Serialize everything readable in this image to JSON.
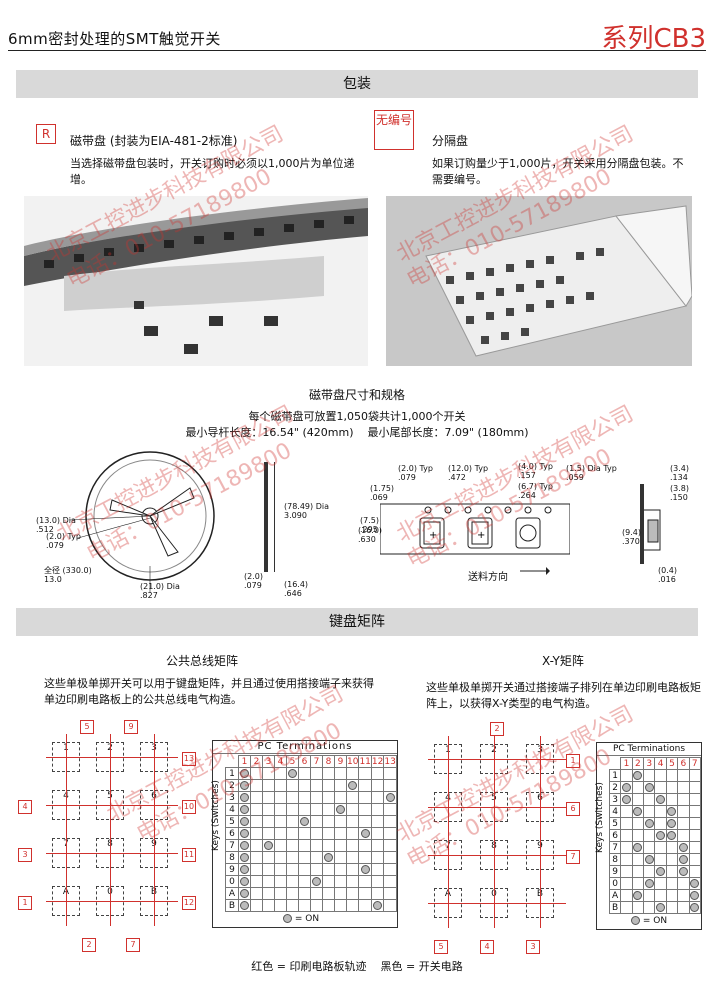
{
  "header": {
    "title": "6mm密封处理的SMT触觉开关",
    "series": "系列CB3"
  },
  "packaging": {
    "section_title": "包装",
    "tape": {
      "code": "R",
      "title": "磁带盘 (封装为EIA-481-2标准)",
      "text": "当选择磁带盘包装时，开关订购时必须以1,000片为单位递增。"
    },
    "tray": {
      "code": "无编号",
      "title": "分隔盘",
      "text": "如果订购量少于1,000片，开关采用分隔盘包装。不需要编号。"
    },
    "specs": {
      "title": "磁带盘尺寸和规格",
      "line1": "每个磁带盘可放置1,050袋共计1,000个开关",
      "line2": "最小导杆长度：16.54\" (420mm)    最小尾部长度：7.09\" (180mm)"
    },
    "dims": {
      "dia_13": "(13.0) Dia\n.512",
      "typ_20": "(2.0) Typ\n.079",
      "full_dia": "全径 (330.0)\n13.0",
      "dia_21": "(21.0) Dia\n.827",
      "dia_78": "(78.49) Dia\n3.090",
      "w_20": "(2.0)\n.079",
      "w_164": "(16.4)\n.646",
      "t_20typ": "(2.0) Typ\n.079",
      "t_120typ": "(12.0) Typ\n.472",
      "t_40typ": "(4.0) Typ\n.157",
      "t_175": "(1.75)\n.069",
      "t_67typ": "(6.7) Typ\n.264",
      "t_15dia": "(1.5) Dia Typ\n.059",
      "t_75": "(7.5)\n.295",
      "t_160": "(16.0)\n.630",
      "direction": "送料方向",
      "s_34": "(3.4)\n.134",
      "s_38": "(3.8)\n.150",
      "s_94": "(9.4)\n.370",
      "s_04": "(0.4)\n.016"
    }
  },
  "matrix": {
    "section_title": "键盘矩阵",
    "common": {
      "title": "公共总线矩阵",
      "text": "这些单极单掷开关可以用于键盘矩阵，并且通过使用搭接端子来获得单边印刷电路板上的公共总线电气构造。",
      "keys": [
        "1",
        "2",
        "3",
        "4",
        "5",
        "6",
        "7",
        "8",
        "9",
        "A",
        "0",
        "B"
      ],
      "side_tags": [
        "4",
        "3",
        "1"
      ],
      "right_tags": [
        "13",
        "10",
        "11",
        "12"
      ],
      "top_tags": [
        "5",
        "9"
      ],
      "bottom_tags": [
        "2",
        "7"
      ],
      "grid_title": "PC Terminations",
      "cols": [
        "1",
        "2",
        "3",
        "4",
        "5",
        "6",
        "7",
        "8",
        "9",
        "10",
        "11",
        "12",
        "13"
      ],
      "rows": [
        "1",
        "2",
        "3",
        "4",
        "5",
        "6",
        "7",
        "8",
        "9",
        "0",
        "A",
        "B"
      ],
      "on": [
        [
          1,
          5
        ],
        [
          2,
          1
        ],
        [
          3,
          1
        ],
        [
          3,
          13
        ],
        [
          4,
          1
        ],
        [
          4,
          9
        ],
        [
          5,
          1
        ],
        [
          6,
          1
        ],
        [
          7,
          1
        ],
        [
          7,
          3
        ],
        [
          8,
          1
        ],
        [
          8,
          8
        ],
        [
          9,
          1
        ],
        [
          9,
          11
        ],
        [
          0,
          1
        ],
        [
          0,
          7
        ],
        [
          10,
          1
        ],
        [
          11,
          1
        ],
        [
          11,
          12
        ]
      ],
      "on_cells": {
        "1": [
          1,
          5
        ],
        "2": [
          1,
          10
        ],
        "3": [
          1,
          13
        ],
        "4": [
          1,
          9
        ],
        "5": [
          1,
          6
        ],
        "6": [
          1,
          11
        ],
        "7": [
          1,
          3
        ],
        "8": [
          1,
          8
        ],
        "9": [
          1,
          11
        ],
        "0": [
          1,
          7
        ],
        "A": [
          1
        ],
        "B": [
          1,
          12
        ]
      },
      "vertical_label": "Keys (Switches)",
      "legend": "= ON"
    },
    "xy": {
      "title": "X-Y矩阵",
      "text": "这些单极单掷开关通过搭接端子排列在单边印刷电路板矩阵上，以获得X-Y类型的电气构造。",
      "keys": [
        "1",
        "2",
        "3",
        "4",
        "5",
        "6",
        "7",
        "8",
        "9",
        "A",
        "0",
        "B"
      ],
      "right_tags": [
        "1",
        "6",
        "7"
      ],
      "bottom_tags": [
        "5",
        "4",
        "3"
      ],
      "top_tags": [
        "2"
      ],
      "grid_title": "PC Terminations",
      "cols": [
        "1",
        "2",
        "3",
        "4",
        "5",
        "6",
        "7"
      ],
      "rows": [
        "1",
        "2",
        "3",
        "4",
        "5",
        "6",
        "7",
        "8",
        "9",
        "0",
        "A",
        "B"
      ],
      "on_cells": {
        "1": [
          2
        ],
        "2": [
          1,
          3
        ],
        "3": [
          1,
          4
        ],
        "4": [
          2,
          5
        ],
        "5": [
          3,
          5
        ],
        "6": [
          4,
          5
        ],
        "7": [
          2,
          6
        ],
        "8": [
          3,
          6
        ],
        "9": [
          4,
          6
        ],
        "0": [
          3,
          7
        ],
        "A": [
          2,
          7
        ],
        "B": [
          4,
          7
        ]
      },
      "vertical_label": "Keys (Switches)",
      "legend": "= ON"
    },
    "footer": "红色 = 印刷电路板轨迹    黑色 = 开关电路"
  },
  "watermark": {
    "company": "北京工控进步科技有限公司",
    "phone": "电话：010-57189800"
  }
}
